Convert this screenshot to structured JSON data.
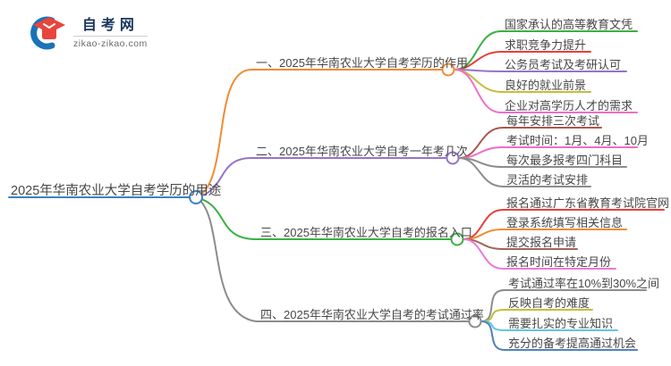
{
  "logo": {
    "title": "自考网",
    "domain": "zikao-zikao.com",
    "cap_color": "#e8453c",
    "swoosh_color": "#1a72b8"
  },
  "mindmap": {
    "root": {
      "label": "2025年华南农业大学自考学历的用途",
      "color": "#3b82c4"
    },
    "branches": [
      {
        "label": "一、2025年华南农业大学自考学历的作用",
        "color": "#f08c33",
        "children": [
          {
            "label": "国家承认的高等教育文凭",
            "color": "#3cb044"
          },
          {
            "label": "求职竞争力提升",
            "color": "#e6403a"
          },
          {
            "label": "公务员考试及考研认可",
            "color": "#9673c8"
          },
          {
            "label": "良好的就业前景",
            "color": "#c2bf3b"
          },
          {
            "label": "企业对高学历人才的需求",
            "color": "#f06ec8"
          }
        ]
      },
      {
        "label": "二、2025年华南农业大学自考一年考几次",
        "color": "#9673c8",
        "children": [
          {
            "label": "每年安排三次考试",
            "color": "#a9584e"
          },
          {
            "label": "考试时间：1月、4月、10月",
            "color": "#f26bc8"
          },
          {
            "label": "每次最多报考四门科目",
            "color": "#8c8c8c"
          },
          {
            "label": "灵活的考试安排",
            "color": "#8c8c8c"
          }
        ]
      },
      {
        "label": "三、2025年华南农业大学自考的报名入口",
        "color": "#3cb044",
        "children": [
          {
            "label": "报名通过广东省教育考试院官网",
            "color": "#e6403a"
          },
          {
            "label": "登录系统填写相关信息",
            "color": "#f08c33"
          },
          {
            "label": "提交报名申请",
            "color": "#a0645a"
          },
          {
            "label": "报名时间在特定月份",
            "color": "#ea7ad8"
          }
        ]
      },
      {
        "label": "四、2025年华南农业大学自考的考试通过率",
        "color": "#8c8c8c",
        "children": [
          {
            "label": "考试通过率在10%到30%之间",
            "color": "#8c8c8c"
          },
          {
            "label": "反映自考的难度",
            "color": "#c2bf3b"
          },
          {
            "label": "需要扎实的专业知识",
            "color": "#62c4e0"
          },
          {
            "label": "充分的备考提高通过机会",
            "color": "#4f81bd"
          }
        ]
      }
    ]
  }
}
